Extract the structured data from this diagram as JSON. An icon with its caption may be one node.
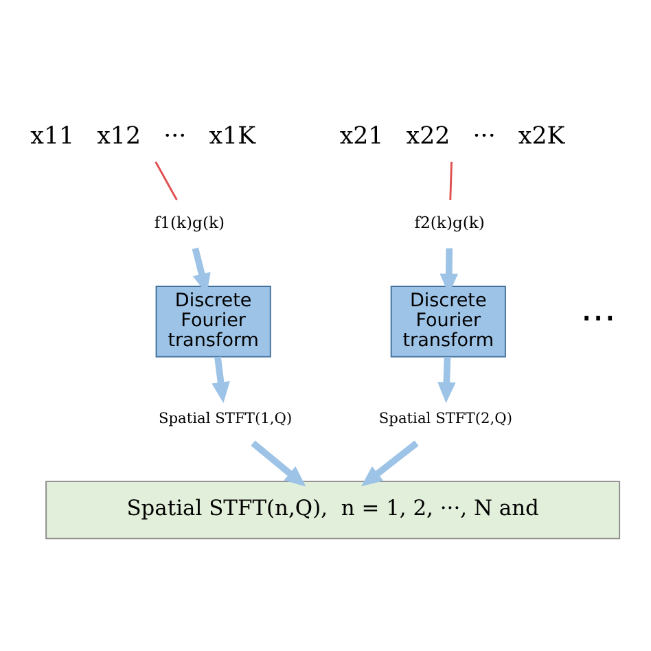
{
  "diagram": {
    "nodes": [
      {
        "text": [
          "x11   x12   ···   x1K"
        ]
      },
      {
        "text": [
          "f1(k)g(k)"
        ]
      },
      {
        "text": [
          "Discrete Fourier transform"
        ]
      },
      {
        "text": [
          "Spatial STFT(1,Q)"
        ]
      },
      {
        "text": [
          "x21   x22   ···   x2K"
        ]
      },
      {
        "text": [
          "f2(k)g(k)"
        ]
      },
      {
        "text": [
          "Discrete Fourier transform"
        ]
      },
      {
        "text": [
          "Spatial STFT(2,Q)"
        ]
      },
      {
        "text": [
          "Spatial STFT(n,Q),  n = 1, 2, ···, N and"
        ]
      }
    ],
    "edges": [
      {
        "from": 0,
        "to": 1,
        "arrow": "none",
        "color": "#e05050"
      },
      {
        "from": 1,
        "to": 2,
        "arrow": "to"
      },
      {
        "from": 2,
        "to": 3,
        "arrow": "to"
      },
      {
        "from": 3,
        "to": 8,
        "arrow": "to"
      },
      {
        "from": 4,
        "to": 5,
        "arrow": "none",
        "color": "#e05050"
      },
      {
        "from": 5,
        "to": 6,
        "arrow": "to"
      },
      {
        "from": 6,
        "to": 7,
        "arrow": "to"
      },
      {
        "from": 7,
        "to": 8,
        "arrow": "to"
      }
    ],
    "labels": [
      "···"
    ]
  }
}
